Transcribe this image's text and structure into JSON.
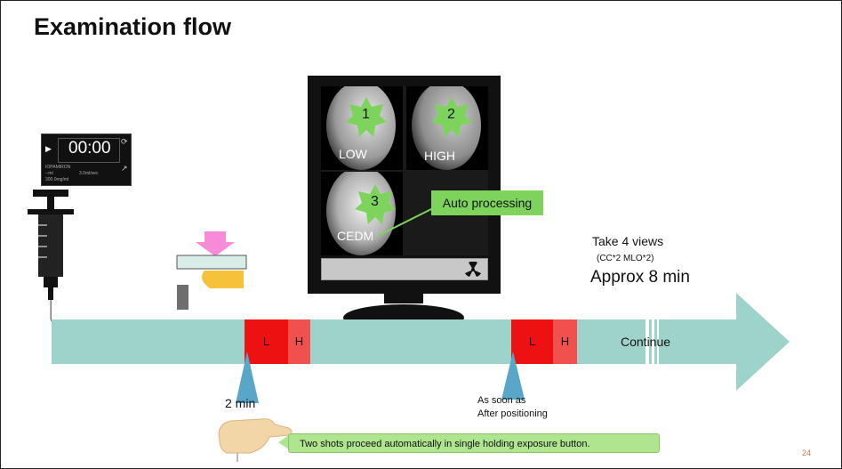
{
  "title": "Examination flow",
  "timer": {
    "time": "00:00",
    "drug": "IOPAMIRON",
    "volume": "--ml",
    "rate": "3.0ml/sec",
    "concentration": "300.0mg/ml",
    "play_icon": "play-icon",
    "reset_icon": "reset-icon",
    "export_icon": "export-icon"
  },
  "monitor": {
    "images": [
      {
        "number": "1",
        "label": "LOW"
      },
      {
        "number": "2",
        "label": "HIGH"
      },
      {
        "number": "3",
        "label": "CEDM"
      }
    ],
    "status_icon": "radiation-icon",
    "callout": "Auto processing"
  },
  "views": {
    "text": "Take 4 views",
    "detail": "(CC*2  MLO*2)",
    "duration": "Approx 8 min"
  },
  "timeline": {
    "segments": [
      {
        "label": "L",
        "color": "#ee1111"
      },
      {
        "label": "H",
        "color": "#f0504e"
      },
      {
        "label": "L",
        "color": "#ee1111"
      },
      {
        "label": "H",
        "color": "#f0504e"
      }
    ],
    "continue": "Continue",
    "arrow_color": "#9ed3cb"
  },
  "markers": {
    "first": "2 min",
    "second_line1": "As soon as",
    "second_line2": "After positioning"
  },
  "note": "Two shots proceed automatically in single holding exposure button.",
  "page_number": "24"
}
